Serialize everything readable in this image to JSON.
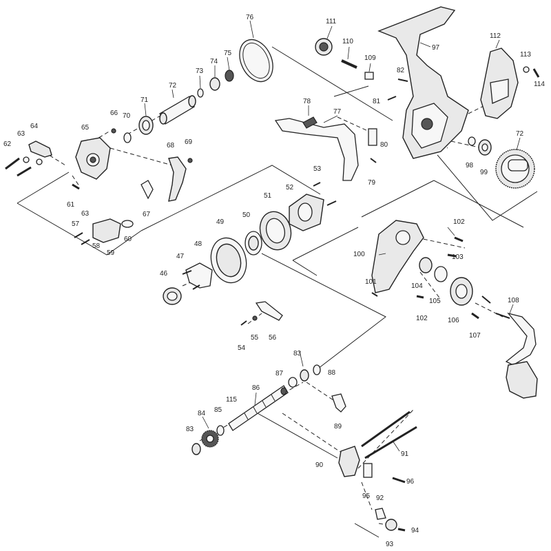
{
  "labels": {
    "p46": "46",
    "p47": "47",
    "p48": "48",
    "p49": "49",
    "p50": "50",
    "p51": "51",
    "p52": "52",
    "p53": "53",
    "p54": "54",
    "p55": "55",
    "p56": "56",
    "p57": "57",
    "p58": "58",
    "p59": "59",
    "p60": "60",
    "p61": "61",
    "p62": "62",
    "p63a": "63",
    "p63b": "63",
    "p64": "64",
    "p65": "65",
    "p66": "66",
    "p67": "67",
    "p68": "68",
    "p69": "69",
    "p70": "70",
    "p71": "71",
    "p72a": "72",
    "p72b": "72",
    "p73": "73",
    "p74": "74",
    "p75": "75",
    "p76": "76",
    "p77": "77",
    "p78": "78",
    "p79": "79",
    "p80": "80",
    "p81": "81",
    "p82": "82",
    "p83a": "83",
    "p83b": "83",
    "p84": "84",
    "p85": "85",
    "p86": "86",
    "p87": "87",
    "p88": "88",
    "p89": "89",
    "p90": "90",
    "p91": "91",
    "p92": "92",
    "p93": "93",
    "p94": "94",
    "p95": "95",
    "p96": "96",
    "p97": "97",
    "p98": "98",
    "p99": "99",
    "p100": "100",
    "p101": "101",
    "p102a": "102",
    "p102b": "102",
    "p103": "103",
    "p104": "104",
    "p105": "105",
    "p106": "106",
    "p107": "107",
    "p108": "108",
    "p109": "109",
    "p110": "110",
    "p111": "111",
    "p112": "112",
    "p113": "113",
    "p114": "114",
    "p115": "115"
  }
}
